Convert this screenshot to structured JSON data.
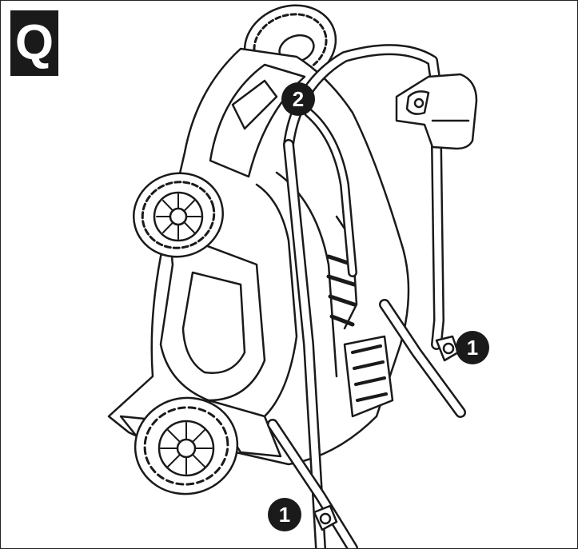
{
  "panel": {
    "label": "Q"
  },
  "callouts": [
    {
      "number": "2",
      "target": "handle-top-bar"
    },
    {
      "number": "1",
      "target": "right-handle-knob"
    },
    {
      "number": "1",
      "target": "left-handle-knob"
    }
  ],
  "colors": {
    "ink": "#1a1a1a",
    "paper": "#ffffff"
  }
}
